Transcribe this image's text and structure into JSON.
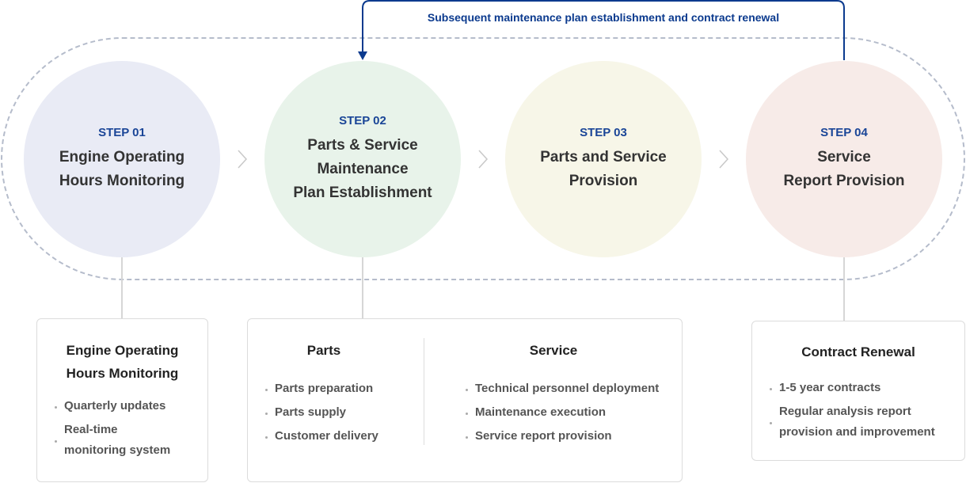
{
  "feedback_arrow": {
    "label": "Subsequent maintenance plan establishment and contract renewal",
    "color": "#0b3a8e"
  },
  "steps": [
    {
      "step": "STEP 01",
      "lines": [
        "Engine Operating",
        "Hours Monitoring"
      ],
      "color": "#e9ebf5"
    },
    {
      "step": "STEP 02",
      "lines": [
        "Parts & Service",
        "Maintenance",
        "Plan Establishment"
      ],
      "color": "#e8f3ea"
    },
    {
      "step": "STEP 03",
      "lines": [
        "Parts and Service",
        "Provision"
      ],
      "color": "#f7f6e8"
    },
    {
      "step": "STEP 04",
      "lines": [
        "Service",
        "Report Provision"
      ],
      "color": "#f7ebe8"
    }
  ],
  "details": {
    "monitoring": {
      "title": [
        "Engine Operating",
        "Hours Monitoring"
      ],
      "items": [
        "Quarterly updates",
        [
          "Real-time",
          "monitoring system"
        ]
      ]
    },
    "parts": {
      "title": "Parts",
      "items": [
        "Parts preparation",
        "Parts supply",
        "Customer delivery"
      ]
    },
    "service": {
      "title": "Service",
      "items": [
        "Technical personnel deployment",
        "Maintenance execution",
        "Service report provision"
      ]
    },
    "contract": {
      "title": "Contract Renewal",
      "items": [
        "1-5 year contracts",
        [
          "Regular analysis report",
          "provision and improvement"
        ]
      ]
    }
  }
}
